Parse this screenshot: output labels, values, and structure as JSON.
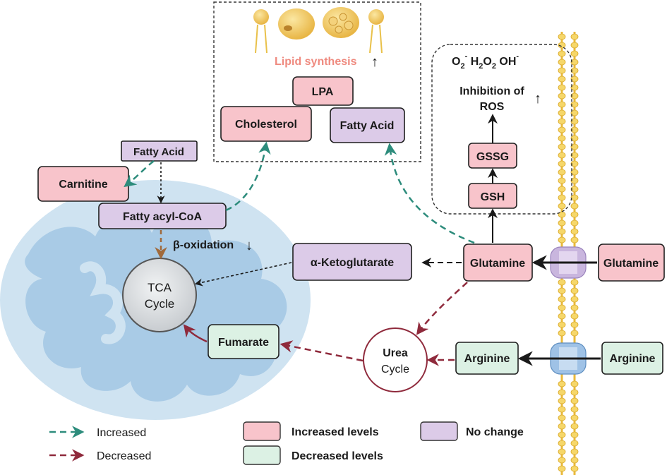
{
  "colors": {
    "increased_arrow": "#2d8c7c",
    "decreased_arrow": "#8f2a3c",
    "increased_levels_fill": "#f8c4cb",
    "decreased_levels_fill": "#dcf1e4",
    "no_change_fill": "#dccbe8",
    "mitochondrion": "#cfe3f1",
    "lipid_synthesis_text": "#ef8a7f",
    "membrane": "#f2cf4e"
  },
  "lipid_panel": {
    "title": "Lipid synthesis",
    "arrow": "↑",
    "lpa": "LPA",
    "cholesterol": "Cholesterol",
    "fatty_acid": "Fatty Acid"
  },
  "ros_panel": {
    "species": [
      "O",
      "2",
      "-",
      " H",
      "2",
      "O",
      "2",
      " OH",
      "-"
    ],
    "inhibition_line1": "Inhibition of",
    "inhibition_line2": "ROS",
    "arrow": "↑",
    "gssg": "GSSG",
    "gsh": "GSH"
  },
  "nodes": {
    "fatty_acid_top": "Fatty Acid",
    "carnitine": "Carnitine",
    "fatty_acyl_coa": "Fatty acyl-CoA",
    "beta_oxidation": "β-oxidation",
    "beta_arrow": "↓",
    "tca_line1": "TCA",
    "tca_line2": "Cycle",
    "alpha_kg": "α-Ketoglutarate",
    "glutamine_in": "Glutamine",
    "glutamine_out": "Glutamine",
    "urea_line1": "Urea",
    "urea_line2": "Cycle",
    "fumarate": "Fumarate",
    "arginine_in": "Arginine",
    "arginine_out": "Arginine"
  },
  "legend": {
    "increased": "Increased",
    "decreased": "Decreased",
    "increased_levels": "Increased levels",
    "decreased_levels": "Decreased levels",
    "no_change": "No change"
  }
}
